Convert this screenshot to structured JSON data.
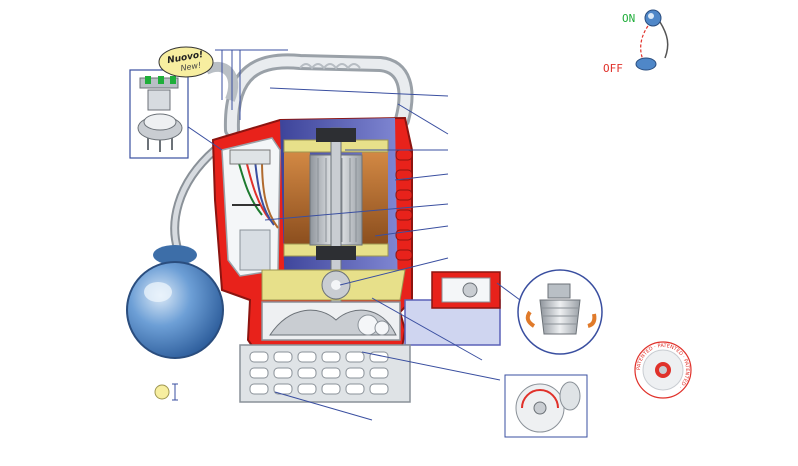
{
  "badge": {
    "line1": "Nuovo!",
    "line2": "New!"
  },
  "switch": {
    "on_label": "ON",
    "off_label": "OFF"
  },
  "patent_seal": {
    "text": "PATENTED · PATENTED · PATENTED ·"
  },
  "colors": {
    "housing_red": "#e8221b",
    "motor_blue": "#5b62b8",
    "float_blue": "#4f87c8",
    "steel_grey": "#c9cdd2",
    "leader_line": "#3a4fa0",
    "on_green": "#1fae3a",
    "off_red": "#e0312a",
    "badge_yellow": "#f7eea0",
    "copper": "#b06a2e",
    "insulation_yellow": "#e7e08a"
  },
  "icons": [
    "float-switch-icon",
    "magnifier-inset-icon",
    "patent-seal-icon",
    "cable-gland-icon"
  ]
}
